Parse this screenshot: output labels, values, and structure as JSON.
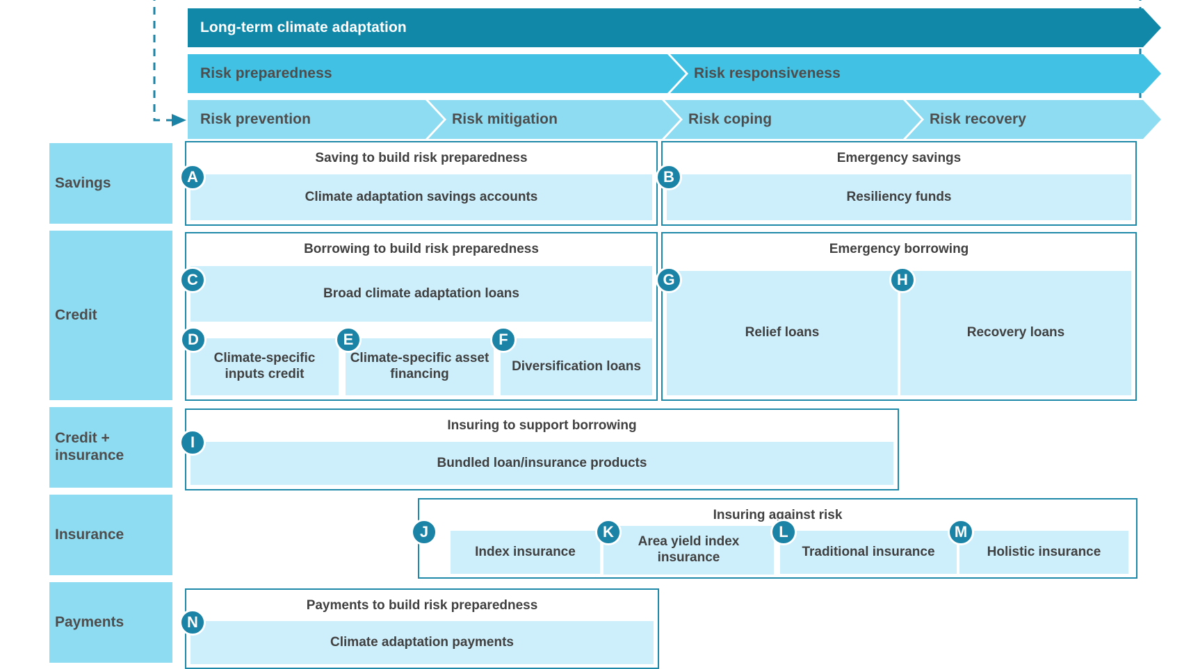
{
  "colors": {
    "teal_dark": "#1288a8",
    "teal_mid": "#41c2e4",
    "teal_light": "#8ddcf2",
    "tile_fill": "#cdeefb",
    "box_border": "#1e88a8",
    "badge": "#1b83a5",
    "text_dark": "#404040",
    "text_gray": "#4d4d4d"
  },
  "bands": {
    "level1": {
      "label": "Long-term climate adaptation"
    },
    "level2": [
      {
        "label": "Risk preparedness"
      },
      {
        "label": "Risk responsiveness"
      }
    ],
    "level3": [
      {
        "label": "Risk prevention"
      },
      {
        "label": "Risk mitigation"
      },
      {
        "label": "Risk coping"
      },
      {
        "label": "Risk recovery"
      }
    ]
  },
  "row_labels": [
    {
      "label": "Savings"
    },
    {
      "label": "Credit"
    },
    {
      "label": "Credit +\ninsurance"
    },
    {
      "label": "Insurance"
    },
    {
      "label": "Payments"
    }
  ],
  "groups": {
    "saving_prep": {
      "title": "Saving to build risk preparedness"
    },
    "emergency_savings": {
      "title": "Emergency savings"
    },
    "borrowing_prep": {
      "title": "Borrowing to build risk preparedness"
    },
    "emergency_borrowing": {
      "title": "Emergency borrowing"
    },
    "insuring_support": {
      "title": "Insuring to support borrowing"
    },
    "insuring_against": {
      "title": "Insuring against risk"
    },
    "payments_prep": {
      "title": "Payments to build risk preparedness"
    }
  },
  "tiles": [
    {
      "id": "A",
      "label": "Climate adaptation savings accounts"
    },
    {
      "id": "B",
      "label": "Resiliency funds"
    },
    {
      "id": "C",
      "label": "Broad climate adaptation loans"
    },
    {
      "id": "D",
      "label": "Climate-specific inputs credit"
    },
    {
      "id": "E",
      "label": "Climate-specific asset financing"
    },
    {
      "id": "F",
      "label": "Diversification loans"
    },
    {
      "id": "G",
      "label": "Relief loans"
    },
    {
      "id": "H",
      "label": "Recovery loans"
    },
    {
      "id": "I",
      "label": "Bundled loan/insurance products"
    },
    {
      "id": "J",
      "label": "Index insurance"
    },
    {
      "id": "K",
      "label": "Area yield index insurance"
    },
    {
      "id": "L",
      "label": "Traditional insurance"
    },
    {
      "id": "M",
      "label": "Holistic insurance"
    },
    {
      "id": "N",
      "label": "Climate adaptation payments"
    }
  ]
}
